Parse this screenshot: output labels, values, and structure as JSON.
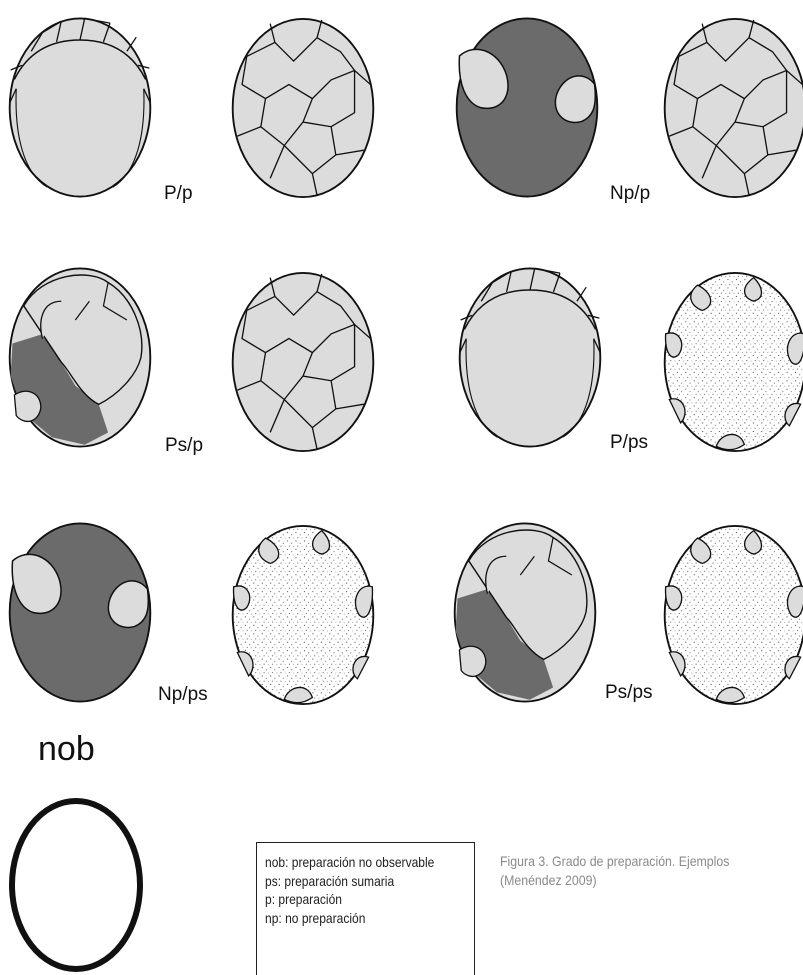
{
  "labels": [
    "P/p",
    "Np/p",
    "Ps/p",
    "P/ps",
    "Np/ps",
    "Ps/ps"
  ],
  "nob_label": "nob",
  "legend": [
    "nob: preparación no observable",
    "ps: preparación sumaria",
    "p: preparación",
    "np: no preparación"
  ],
  "caption": [
    "Figura 3. Grado de preparación. Ejemplos",
    "(Menéndez 2009)"
  ],
  "colors": {
    "light_fill": "#dcdcdc",
    "dark_fill": "#6b6b6b",
    "outline": "#111111",
    "stipple": "#2a2a2a"
  }
}
